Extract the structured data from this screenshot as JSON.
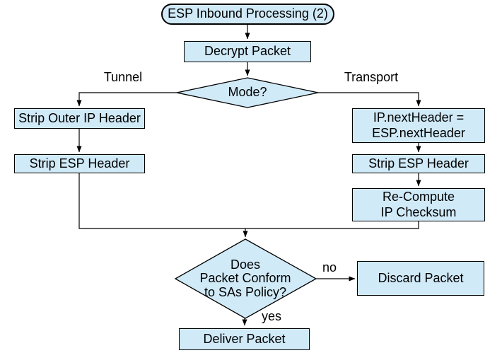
{
  "diagram": {
    "title_node": "ESP Inbound Processing (2)",
    "type": "flowchart"
  },
  "nodes": {
    "start": {
      "label": "ESP Inbound Processing (2)",
      "shape": "terminator"
    },
    "decrypt": {
      "label": "Decrypt Packet",
      "shape": "process"
    },
    "mode": {
      "label": "Mode?",
      "shape": "decision"
    },
    "strip_outer_ip": {
      "label": "Strip Outer IP Header",
      "shape": "process"
    },
    "strip_esp_tunnel": {
      "label": "Strip ESP Header",
      "shape": "process"
    },
    "ip_next_header": {
      "label": "IP.nextHeader =\nESP.nextHeader",
      "shape": "process"
    },
    "strip_esp_transport": {
      "label": "Strip ESP Header",
      "shape": "process"
    },
    "recompute_checksum": {
      "label": "Re-Compute\nIP Checksum",
      "shape": "process"
    },
    "policy_check": {
      "label": "Does\nPacket Conform\nto SAs Policy?",
      "shape": "decision"
    },
    "discard": {
      "label": "Discard Packet",
      "shape": "process"
    },
    "deliver": {
      "label": "Deliver Packet",
      "shape": "process"
    }
  },
  "edge_labels": {
    "tunnel": "Tunnel",
    "transport": "Transport",
    "no": "no",
    "yes": "yes"
  },
  "colors": {
    "node_fill": "#D0EAF8",
    "node_border": "#000000",
    "connector": "#000000",
    "text": "#000000",
    "background": "#FFFFFF"
  }
}
